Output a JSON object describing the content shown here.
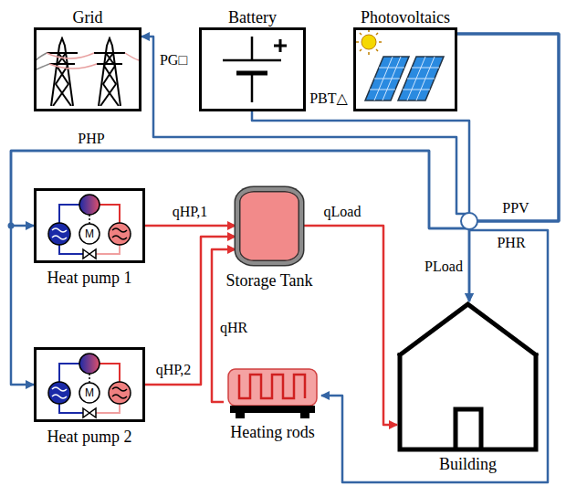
{
  "diagram": {
    "nodes": [
      {
        "text": [
          "Grid"
        ]
      },
      {
        "text": [
          "Battery"
        ]
      },
      {
        "text": [
          "Photovoltaics"
        ]
      },
      {
        "text": [
          "Heat pump 1"
        ]
      },
      {
        "text": [
          "Storage Tank"
        ]
      },
      {
        "text": [
          "Heat pump 2"
        ]
      },
      {
        "text": [
          "Heating rods"
        ]
      },
      {
        "text": [
          "Building"
        ]
      }
    ],
    "edges": [
      {
        "from": 2,
        "to": 0,
        "arrow": "to",
        "label": "PG□"
      },
      {
        "from": 1,
        "to": 7,
        "arrow": "to",
        "label": "PBT△"
      },
      {
        "from": 2,
        "to": 3,
        "arrow": "to",
        "label": "PHP"
      },
      {
        "from": 2,
        "to": 5,
        "arrow": "to"
      },
      {
        "from": 2,
        "to": 6,
        "arrow": "to",
        "label": "PHR"
      },
      {
        "from": 2,
        "to": 7,
        "arrow": "to",
        "label": "PLoad"
      },
      {
        "from": 3,
        "to": 4,
        "arrow": "to",
        "label": "qHP,1"
      },
      {
        "from": 5,
        "to": 4,
        "arrow": "to",
        "label": "qHP,2"
      },
      {
        "from": 6,
        "to": 4,
        "arrow": "to",
        "label": "qHR"
      },
      {
        "from": 4,
        "to": 7,
        "arrow": "to",
        "label": "qLoad"
      }
    ],
    "labels": [
      "PPV",
      "M",
      "M"
    ]
  }
}
